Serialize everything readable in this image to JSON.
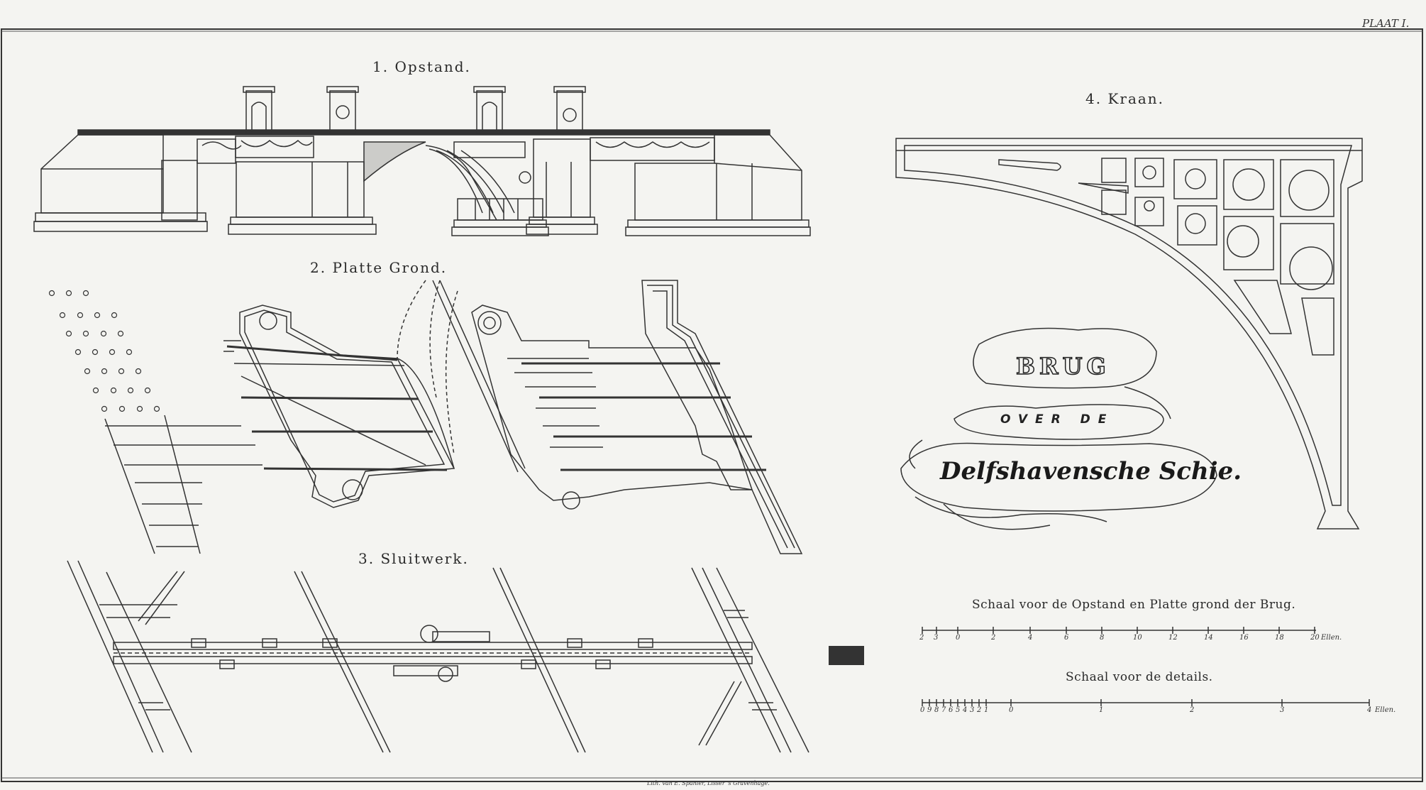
{
  "plate_number": "PLAAT I.",
  "figures": {
    "fig1": "1. Opstand.",
    "fig2": "2. Platte Grond.",
    "fig3": "3. Sluitwerk.",
    "fig4": "4. Kraan."
  },
  "cartouche": {
    "line1": "BRUG",
    "line2": "OVER DE",
    "line3": "Delfshavensche Schie."
  },
  "scales": {
    "scale1_title": "Schaal voor de Opstand en Platte grond der Brug.",
    "scale1_ticks": [
      "2",
      "3",
      "0",
      "2",
      "4",
      "6",
      "8",
      "10",
      "12",
      "14",
      "16",
      "18",
      "20"
    ],
    "scale1_unit": "Ellen.",
    "scale2_title": "Schaal voor de details.",
    "scale2_ticks": [
      "0",
      "9",
      "8",
      "7",
      "6",
      "5",
      "4",
      "3",
      "2",
      "1",
      "0",
      "1",
      "2",
      "3",
      "4"
    ],
    "scale2_unit": "Ellen."
  },
  "imprint": "Lith. van E. Spanier, Lisser 's Gravenhage."
}
